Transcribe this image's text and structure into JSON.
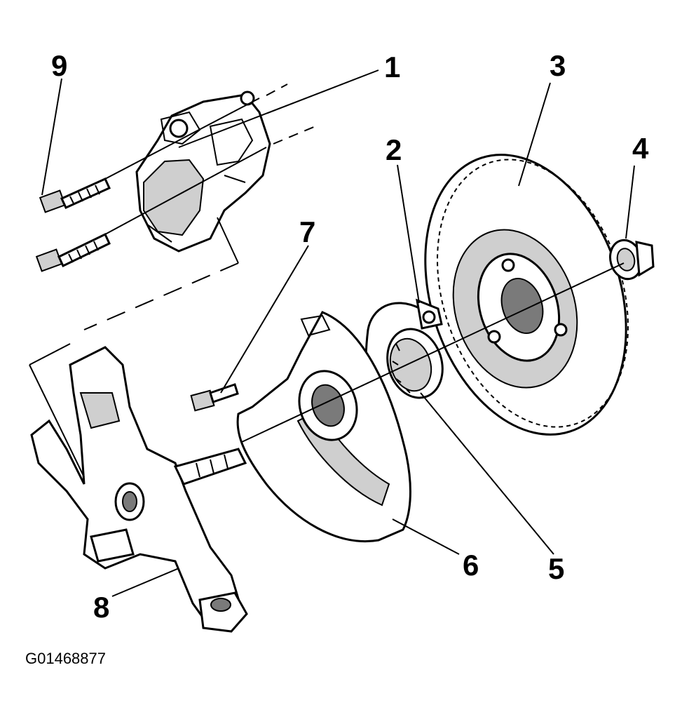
{
  "figure_code": "G01468877",
  "callouts": [
    {
      "number": "1"
    },
    {
      "number": "2"
    },
    {
      "number": "3"
    },
    {
      "number": "4"
    },
    {
      "number": "5"
    },
    {
      "number": "6"
    },
    {
      "number": "7"
    },
    {
      "number": "8"
    },
    {
      "number": "9"
    }
  ]
}
